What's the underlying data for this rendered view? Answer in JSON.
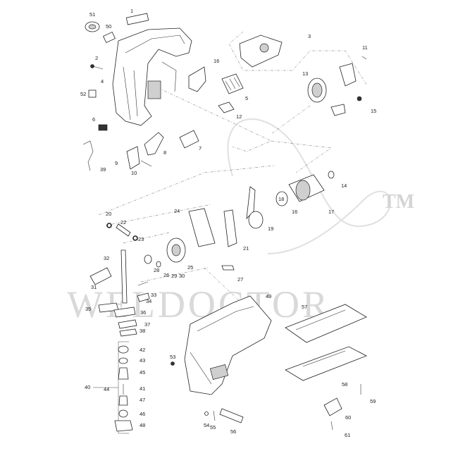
{
  "watermark": {
    "text": "WELDOCTOR",
    "trademark": "TM"
  },
  "callouts": [
    {
      "id": "51",
      "label": "51"
    },
    {
      "id": "50",
      "label": "50"
    },
    {
      "id": "1",
      "label": "1"
    },
    {
      "id": "2",
      "label": "2"
    },
    {
      "id": "4",
      "label": "4"
    },
    {
      "id": "52",
      "label": "52"
    },
    {
      "id": "16a",
      "label": "16"
    },
    {
      "id": "5",
      "label": "5"
    },
    {
      "id": "12",
      "label": "12"
    },
    {
      "id": "3",
      "label": "3"
    },
    {
      "id": "11",
      "label": "11"
    },
    {
      "id": "13",
      "label": "13"
    },
    {
      "id": "15",
      "label": "15"
    },
    {
      "id": "6",
      "label": "6"
    },
    {
      "id": "7",
      "label": "7"
    },
    {
      "id": "8",
      "label": "8"
    },
    {
      "id": "9",
      "label": "9"
    },
    {
      "id": "10",
      "label": "10"
    },
    {
      "id": "39",
      "label": "39"
    },
    {
      "id": "14",
      "label": "14"
    },
    {
      "id": "16b",
      "label": "16"
    },
    {
      "id": "17",
      "label": "17"
    },
    {
      "id": "18",
      "label": "18"
    },
    {
      "id": "19",
      "label": "19"
    },
    {
      "id": "20",
      "label": "20"
    },
    {
      "id": "22",
      "label": "22"
    },
    {
      "id": "24",
      "label": "24"
    },
    {
      "id": "21",
      "label": "21"
    },
    {
      "id": "23",
      "label": "23"
    },
    {
      "id": "32",
      "label": "32"
    },
    {
      "id": "28",
      "label": "28"
    },
    {
      "id": "26",
      "label": "26"
    },
    {
      "id": "29",
      "label": "29"
    },
    {
      "id": "30",
      "label": "30"
    },
    {
      "id": "25",
      "label": "25"
    },
    {
      "id": "27",
      "label": "27"
    },
    {
      "id": "31",
      "label": "31"
    },
    {
      "id": "33",
      "label": "33"
    },
    {
      "id": "34",
      "label": "34"
    },
    {
      "id": "35",
      "label": "35"
    },
    {
      "id": "36",
      "label": "36"
    },
    {
      "id": "37",
      "label": "37"
    },
    {
      "id": "38",
      "label": "38"
    },
    {
      "id": "49",
      "label": "49"
    },
    {
      "id": "57",
      "label": "57"
    },
    {
      "id": "42",
      "label": "42"
    },
    {
      "id": "43",
      "label": "43"
    },
    {
      "id": "45",
      "label": "45"
    },
    {
      "id": "40",
      "label": "40"
    },
    {
      "id": "44",
      "label": "44"
    },
    {
      "id": "41",
      "label": "41"
    },
    {
      "id": "47",
      "label": "47"
    },
    {
      "id": "46",
      "label": "46"
    },
    {
      "id": "48",
      "label": "48"
    },
    {
      "id": "53",
      "label": "53"
    },
    {
      "id": "58",
      "label": "58"
    },
    {
      "id": "59",
      "label": "59"
    },
    {
      "id": "60",
      "label": "60"
    },
    {
      "id": "54",
      "label": "54"
    },
    {
      "id": "55",
      "label": "55"
    },
    {
      "id": "56",
      "label": "56"
    },
    {
      "id": "61",
      "label": "61"
    }
  ]
}
